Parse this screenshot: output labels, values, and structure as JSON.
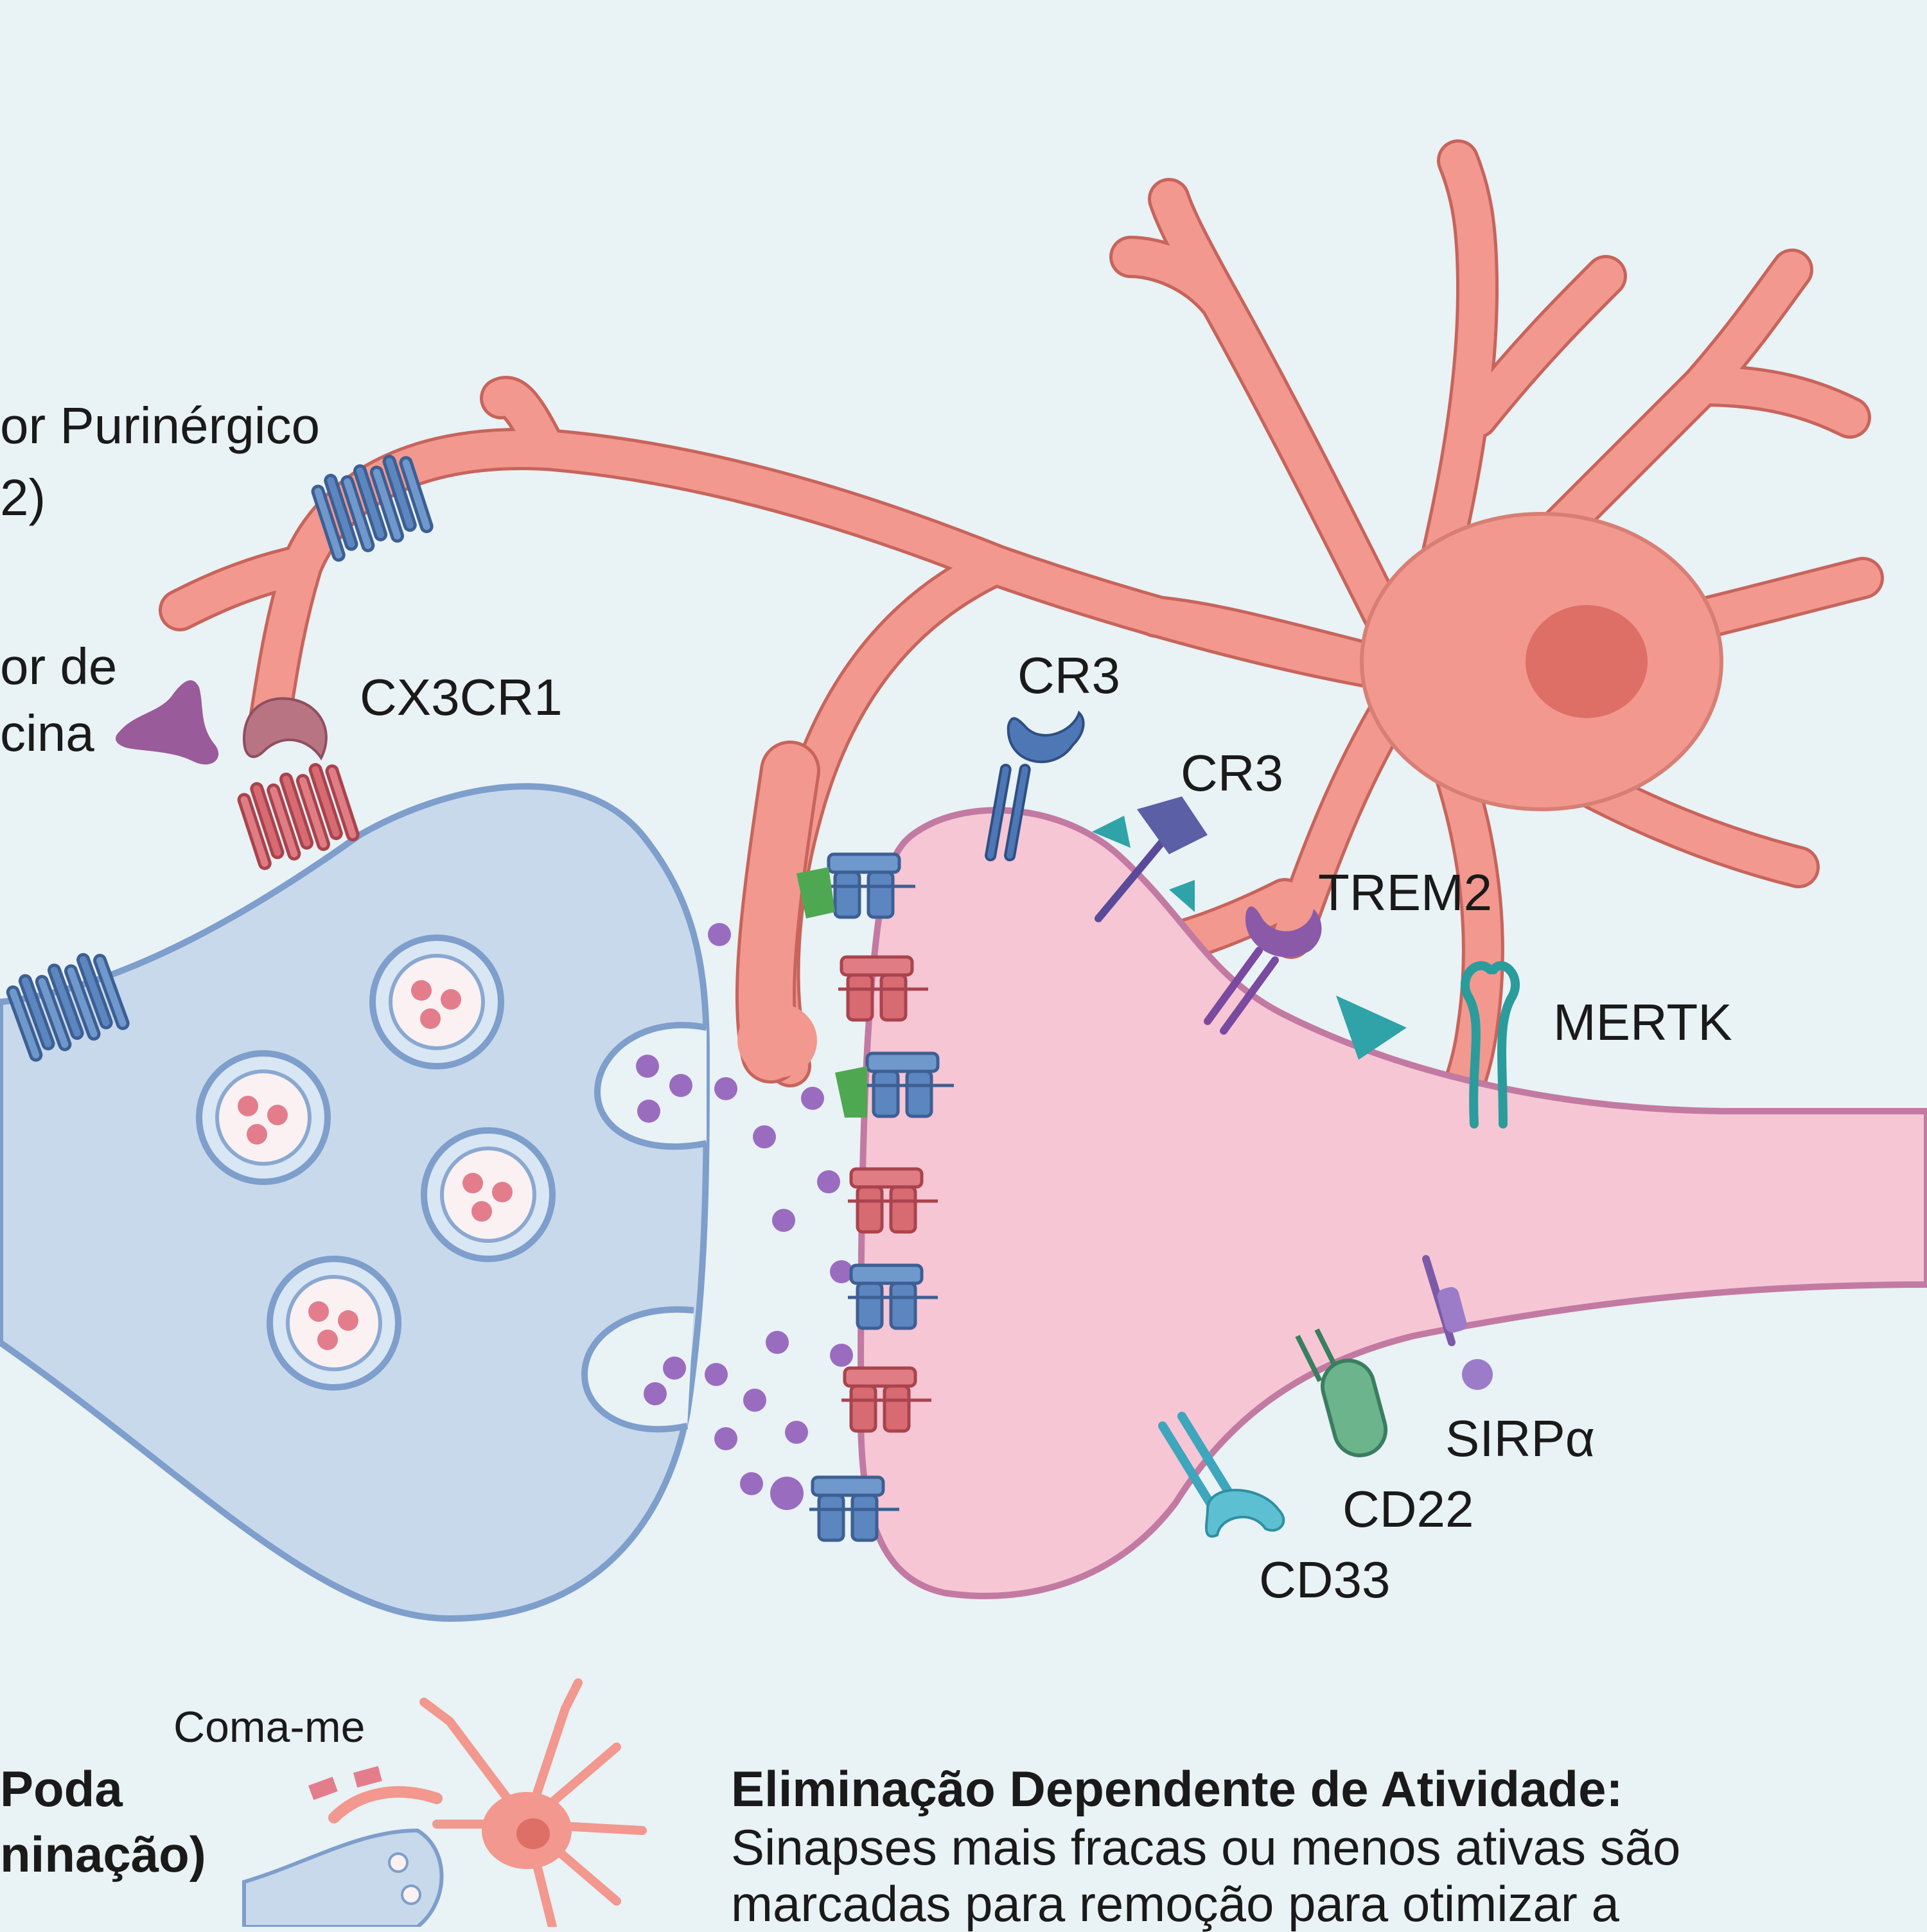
{
  "title_fragment": "",
  "labels": {
    "purinergic": "or Purinérgico",
    "purinergic_line2": "2)",
    "fractalkine_line1": "or de",
    "fractalkine_line2": "cina",
    "cx3cr1": "CX3CR1",
    "cr3_top": "CR3",
    "cr3_second": "CR3",
    "trem2": "TREM2",
    "mertk": "MERTK",
    "sirpa": "SIRPα",
    "cd22": "CD22",
    "cd33": "CD33"
  },
  "bottom": {
    "coma_me": "Coma-me",
    "poda_line1": "Poda",
    "poda_line2": "ninação)",
    "caption_heading": "Eliminação Dependente de Atividade:",
    "caption_line1": "Sinapses mais fracas ou menos ativas são",
    "caption_line2": "marcadas para remoção para otimizar a"
  },
  "colors": {
    "background": "#e9f2f5",
    "presynaptic": "#c8d9ec",
    "presynaptic_outline": "#7e9ecb",
    "postsynaptic": "#f6c6d4",
    "postsynaptic_outline": "#c27aa2",
    "microglia": "#f2988e",
    "microglia_nucleus": "#dd6f66",
    "receptor_blue": "#5b86c0",
    "receptor_red": "#d86a72",
    "receptor_purple": "#8a5aa8",
    "receptor_teal": "#2fa3a7",
    "neurotransmitter": "#9a6cc0"
  },
  "icons": {
    "gpcr": "seven-transmembrane-receptor-icon",
    "vesicle": "synaptic-vesicle-icon",
    "neurotransmitter": "neurotransmitter-dot-icon",
    "fractalkine": "fractalkine-ligand-icon"
  }
}
